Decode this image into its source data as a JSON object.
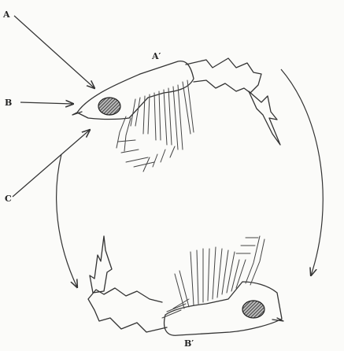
{
  "labels": {
    "a": "A",
    "b": "B",
    "c": "C",
    "a_prime": "A′",
    "b_prime": "B′"
  }
}
